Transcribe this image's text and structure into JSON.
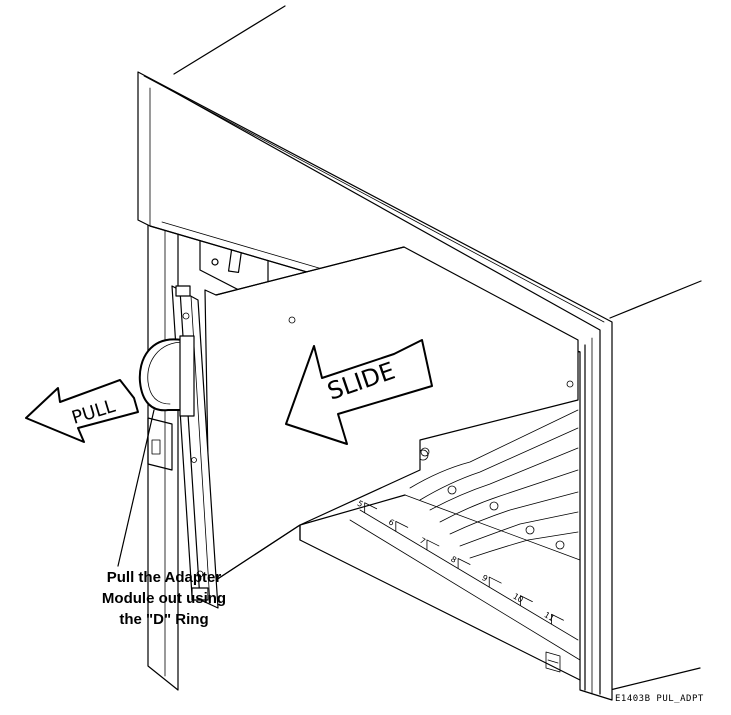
{
  "slide_label": "SLIDE",
  "pull_label": "PULL",
  "caption_lines": [
    "Pull the Adapter",
    "Module out using",
    "the \"D\" Ring"
  ],
  "figure_id": "E1403B PUL_ADPT",
  "slot_numbers": [
    "5",
    "6",
    "7",
    "8",
    "9",
    "10",
    "11"
  ]
}
